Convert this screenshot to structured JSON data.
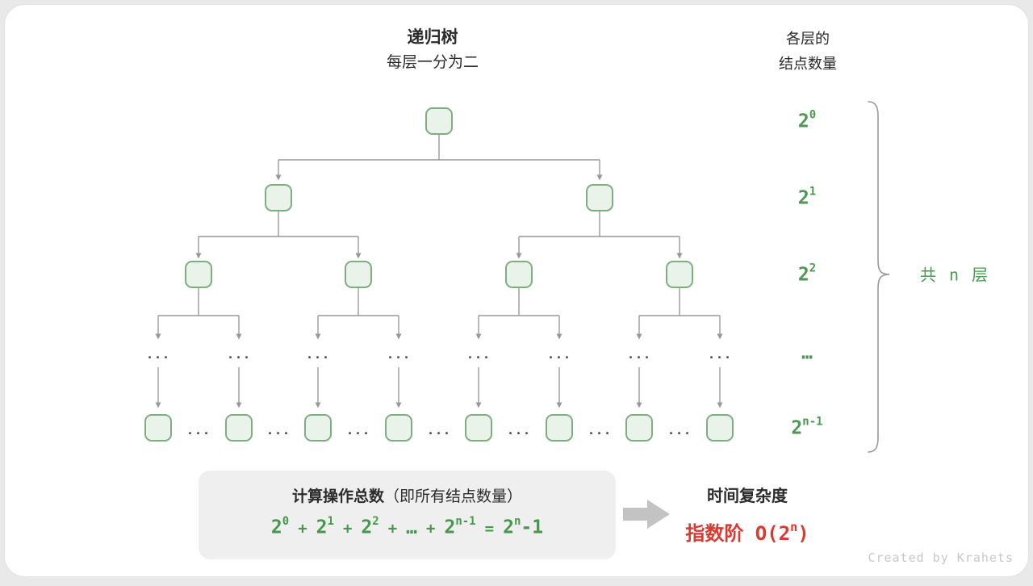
{
  "header": {
    "tree_title": "递归树",
    "tree_subtitle": "每层一分为二",
    "count_title_line1": "各层的",
    "count_title_line2": "结点数量"
  },
  "level_labels": [
    {
      "base": "2",
      "sup": "0"
    },
    {
      "base": "2",
      "sup": "1"
    },
    {
      "base": "2",
      "sup": "2"
    },
    {
      "base": "…",
      "sup": ""
    },
    {
      "base": "2",
      "sup": "n-1"
    }
  ],
  "brace_label": "共 n 层",
  "ellipsis": "...",
  "formula": {
    "title_bold": "计算操作总数",
    "title_paren": "（即所有结点数量）",
    "terms": [
      {
        "base": "2",
        "sup": "0"
      },
      {
        "base": "2",
        "sup": "1"
      },
      {
        "base": "2",
        "sup": "2"
      },
      {
        "base": "…",
        "sup": ""
      },
      {
        "base": "2",
        "sup": "n-1"
      }
    ],
    "op_plus": "+",
    "op_equals": "=",
    "result": {
      "base": "2",
      "sup": "n",
      "tail": "-1"
    }
  },
  "complexity": {
    "title": "时间复杂度",
    "value_prefix": "指数阶 O(2",
    "value_sup": "n",
    "value_suffix": ")"
  },
  "watermark": "Created by Krahets",
  "colors": {
    "node_fill": "#eaf3ea",
    "node_border": "#7ead80",
    "green_text": "#4c9752",
    "red_text": "#d93a32",
    "arrow_gray": "#999999",
    "box_bg": "#efefef"
  }
}
